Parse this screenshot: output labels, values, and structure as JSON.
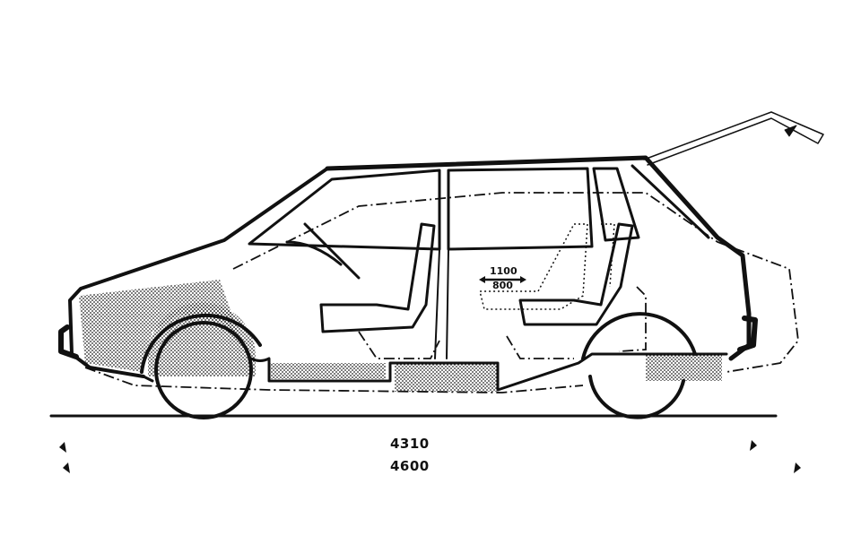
{
  "diagram": {
    "interior_width_upper": "1100",
    "interior_width_lower": "800",
    "length_closed": "4310",
    "length_open": "4600"
  },
  "colors": {
    "ink": "#111111",
    "background": "#ffffff"
  }
}
